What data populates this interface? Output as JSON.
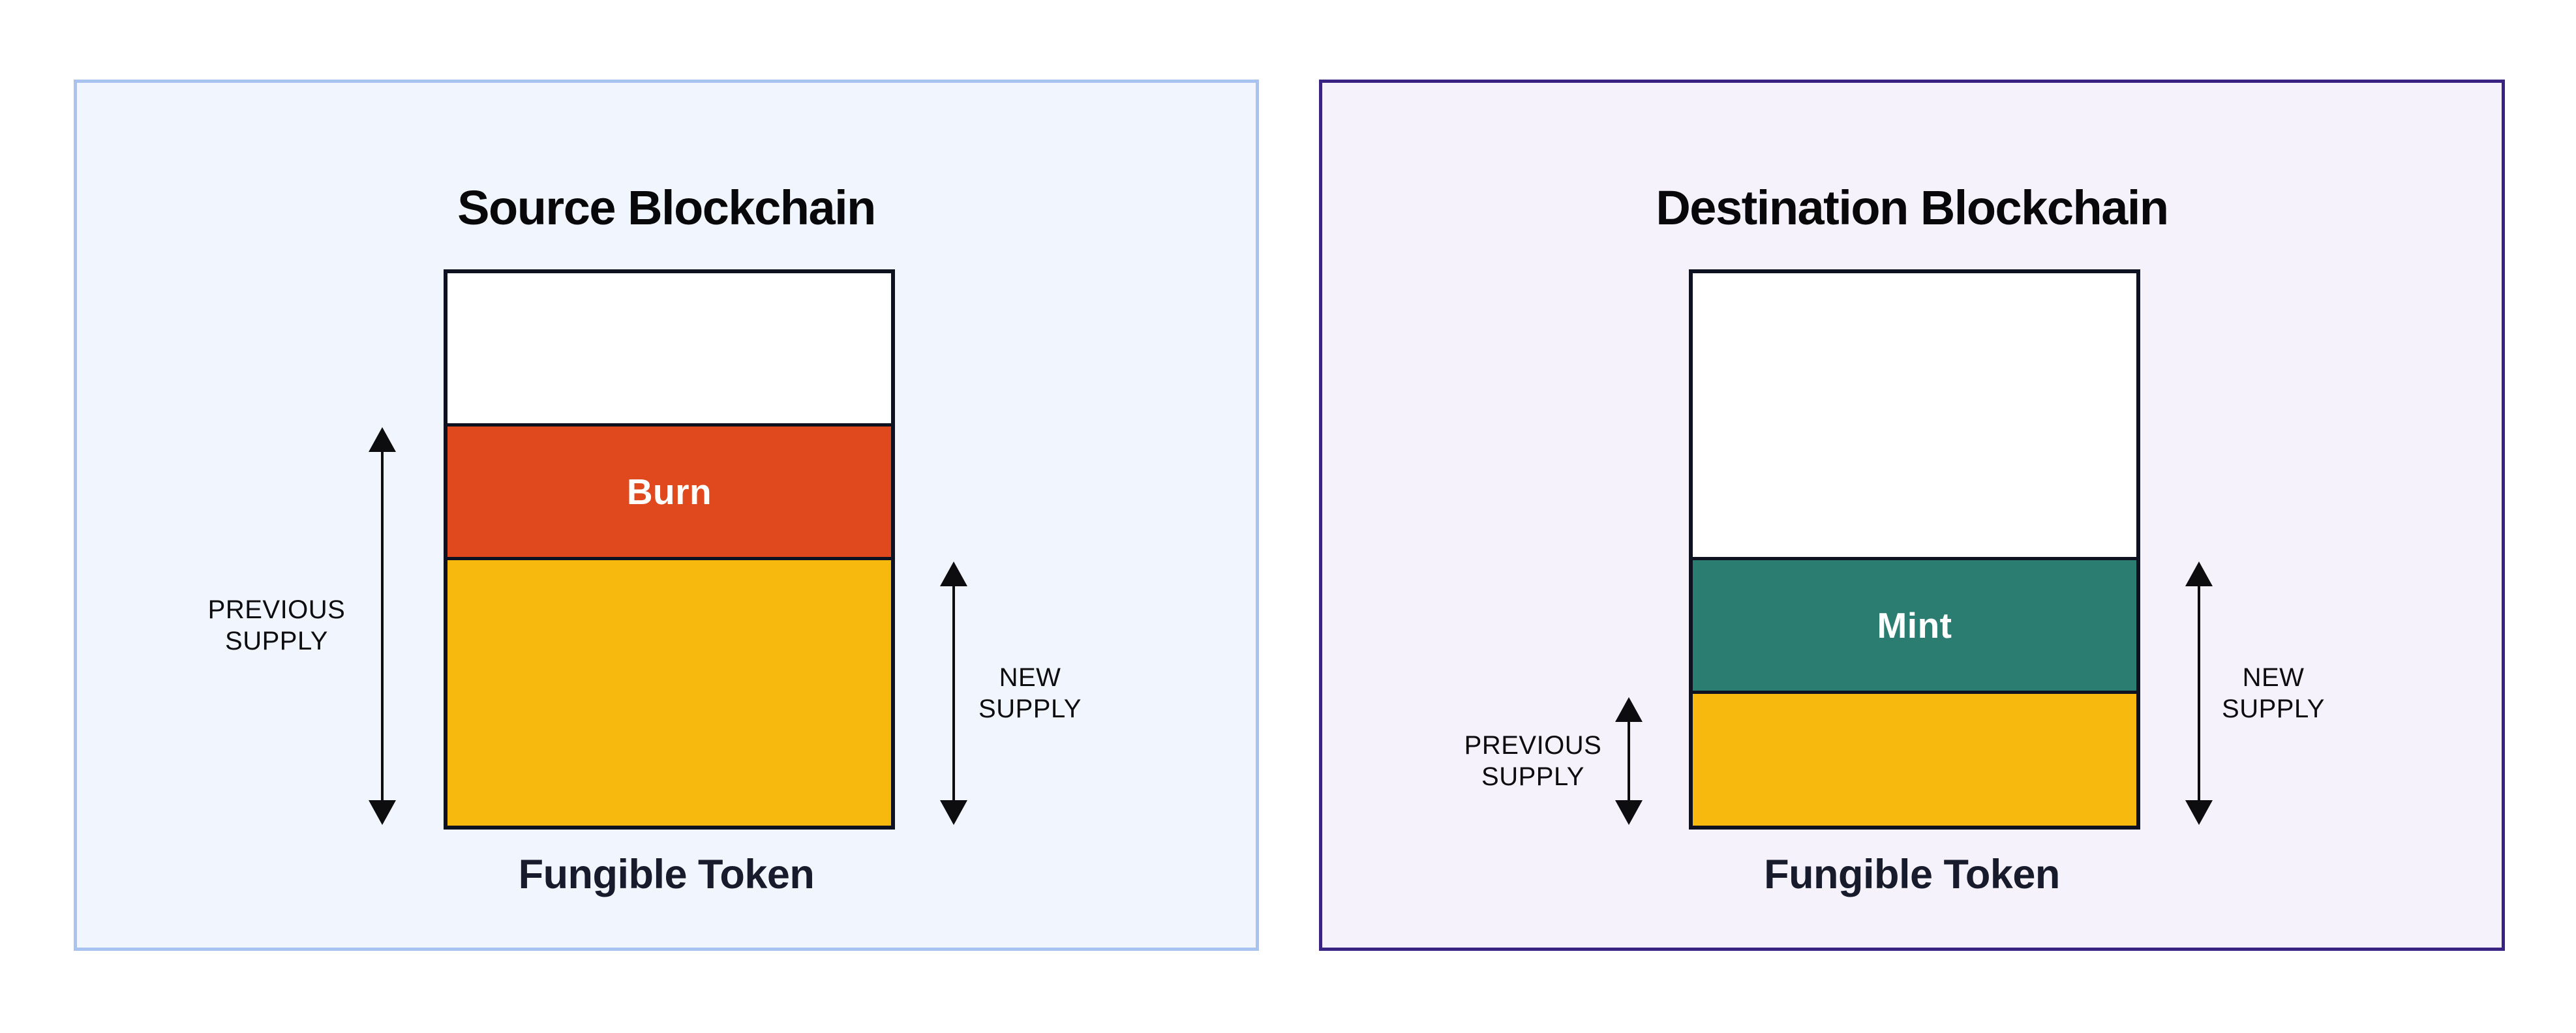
{
  "diagram": {
    "description": "Token bridging supply diagram: burn on source chain, mint on destination chain",
    "shared_colors": {
      "page_background": "#ffffff",
      "bar_border": "#0e1120",
      "arrow_color": "#0d0d10",
      "title_color": "#08080a",
      "caption_color": "#181b2c"
    }
  },
  "panels": [
    {
      "title": "Source Blockchain",
      "caption": "Fungible Token",
      "colors": {
        "panel_bg": "#f1f5fd",
        "panel_border": "#a9c3f0"
      },
      "bar": {
        "segments": [
          {
            "name": "headroom",
            "label": "",
            "color": "#ffffff",
            "height": "27.2%"
          },
          {
            "name": "burn",
            "label": "Burn",
            "color": "#e0491d",
            "height": "24.1%"
          },
          {
            "name": "remaining-supply",
            "label": "",
            "color": "#f7b90d",
            "height": "48.7%"
          }
        ]
      },
      "annotations": {
        "previous_supply": {
          "line1": "PREVIOUS",
          "line2": "SUPPLY",
          "spans": "burn + remaining supply"
        },
        "new_supply": {
          "line1": "NEW",
          "line2": "SUPPLY",
          "spans": "remaining supply"
        }
      }
    },
    {
      "title": "Destination Blockchain",
      "caption": "Fungible Token",
      "colors": {
        "panel_bg": "#f5f2fb",
        "panel_border": "#3a2483"
      },
      "bar": {
        "segments": [
          {
            "name": "headroom",
            "label": "",
            "color": "#ffffff",
            "height": "51.3%"
          },
          {
            "name": "mint",
            "label": "Mint",
            "color": "#2a7d70",
            "height": "24.3%"
          },
          {
            "name": "previous-supply",
            "label": "",
            "color": "#f7b90d",
            "height": "24.4%"
          }
        ]
      },
      "annotations": {
        "previous_supply": {
          "line1": "PREVIOUS",
          "line2": "SUPPLY",
          "spans": "previous supply"
        },
        "new_supply": {
          "line1": "NEW",
          "line2": "SUPPLY",
          "spans": "mint + previous supply"
        }
      }
    }
  ]
}
